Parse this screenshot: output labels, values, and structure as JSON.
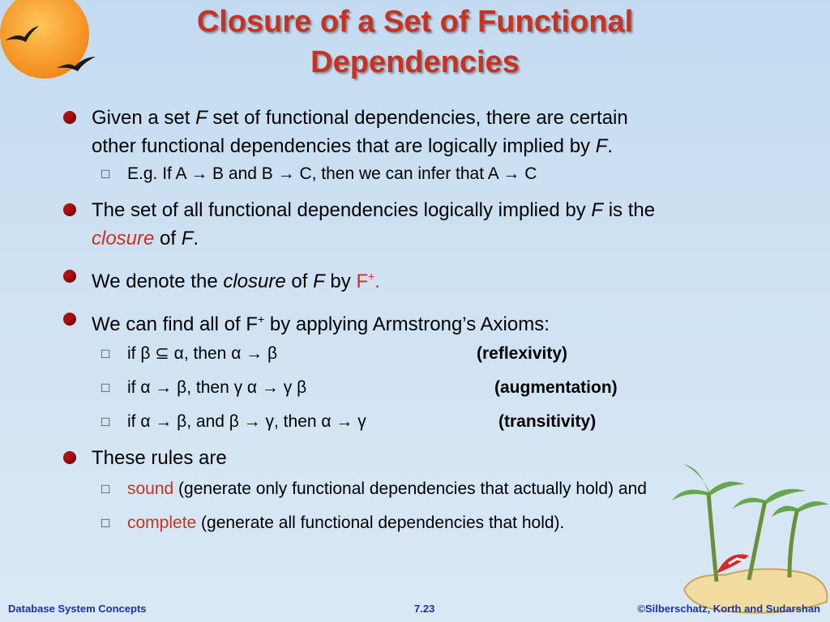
{
  "title": {
    "line1": "Closure of a Set of Functional",
    "line2": "Dependencies"
  },
  "bullets": {
    "b1_a": "Given a set ",
    "b1_F1": "F",
    "b1_b": " set of functional dependencies, there are certain",
    "b1_c": "other functional dependencies that are logically implied by ",
    "b1_F2": "F",
    "b1_d": ".",
    "sub1": "E.g.  If  A → B and  B → C,  then we can infer that A → C",
    "b2_a": "The set of all functional dependencies logically implied by ",
    "b2_F1": "F",
    "b2_b": " is the",
    "b2_closure": "closure",
    "b2_c": " of ",
    "b2_F2": "F",
    "b2_d": ".",
    "b3_a": "We denote the ",
    "b3_closure": "closure",
    "b3_b": " of ",
    "b3_F": "F",
    "b3_c": " by ",
    "b3_Fplus": "F",
    "b3_plus": "+",
    "b3_d": ".",
    "b4_a": "We can find all of F",
    "b4_plus": "+",
    "b4_b": " by applying Armstrong’s Axioms:",
    "r1_text": "if  β ⊆ α, then α → β",
    "r1_name": "(reflexivity)",
    "r2_text": "if  α → β, then γ α → γ β",
    "r2_name": "(augmentation)",
    "r3_text": "if  α → β, and  β → γ, then α → γ",
    "r3_name": "(transitivity)",
    "b5": "These rules are",
    "s1_red": "sound",
    "s1_rest": " (generate only functional dependencies that actually hold) and",
    "s2_red": "complete",
    "s2_rest": " (generate all functional dependencies that hold)."
  },
  "footer": {
    "left": "Database System Concepts",
    "center": "7.23",
    "right": "©Silberschatz, Korth and Sudarshan"
  },
  "colors": {
    "title": "#c8321e",
    "accent": "#c8321e",
    "bullet": "#b40f0f",
    "footer": "#1a33a6",
    "background": "#cfe2f3"
  }
}
